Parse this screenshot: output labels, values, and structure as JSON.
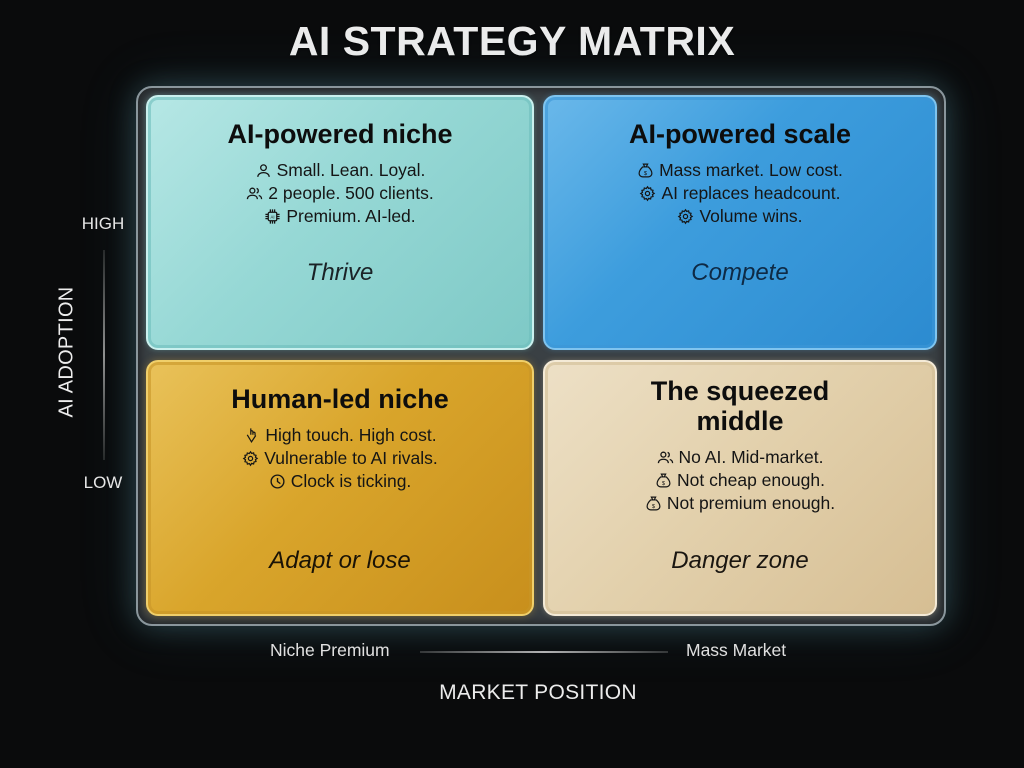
{
  "title": "AI STRATEGY MATRIX",
  "axes": {
    "y": {
      "label": "AI ADOPTION",
      "high": "HIGH",
      "low": "LOW"
    },
    "x": {
      "label": "MARKET POSITION",
      "left": "Niche Premium",
      "right": "Mass Market"
    }
  },
  "quadrants": {
    "top_left": {
      "title": "AI-powered niche",
      "color": "#96d8d5",
      "items": [
        {
          "icon": "person-icon",
          "text": "Small. Lean. Loyal."
        },
        {
          "icon": "people-icon",
          "text": "2 people. 500 clients."
        },
        {
          "icon": "chip-icon",
          "text": "Premium. AI-led."
        }
      ],
      "verdict": "Thrive"
    },
    "top_right": {
      "title": "AI-powered scale",
      "color": "#3d9ddd",
      "items": [
        {
          "icon": "money-bag-icon",
          "text": "Mass market. Low cost."
        },
        {
          "icon": "gear-icon",
          "text": "AI replaces headcount."
        },
        {
          "icon": "gear-icon",
          "text": "Volume wins."
        }
      ],
      "verdict": "Compete"
    },
    "bottom_left": {
      "title": "Human-led niche",
      "color": "#d9a52b",
      "items": [
        {
          "icon": "hand-touch-icon",
          "text": "High touch. High cost."
        },
        {
          "icon": "gear-icon",
          "text": "Vulnerable to AI rivals."
        },
        {
          "icon": "clock-icon",
          "text": "Clock is ticking."
        }
      ],
      "verdict": "Adapt or lose"
    },
    "bottom_right": {
      "title_line1": "The squeezed",
      "title_line2": "middle",
      "color": "#e3d1ad",
      "items": [
        {
          "icon": "people-icon",
          "text": "No AI. Mid-market."
        },
        {
          "icon": "money-bag-icon",
          "text": "Not cheap enough."
        },
        {
          "icon": "money-bag-icon",
          "text": "Not premium enough."
        }
      ],
      "verdict": "Danger zone"
    }
  }
}
